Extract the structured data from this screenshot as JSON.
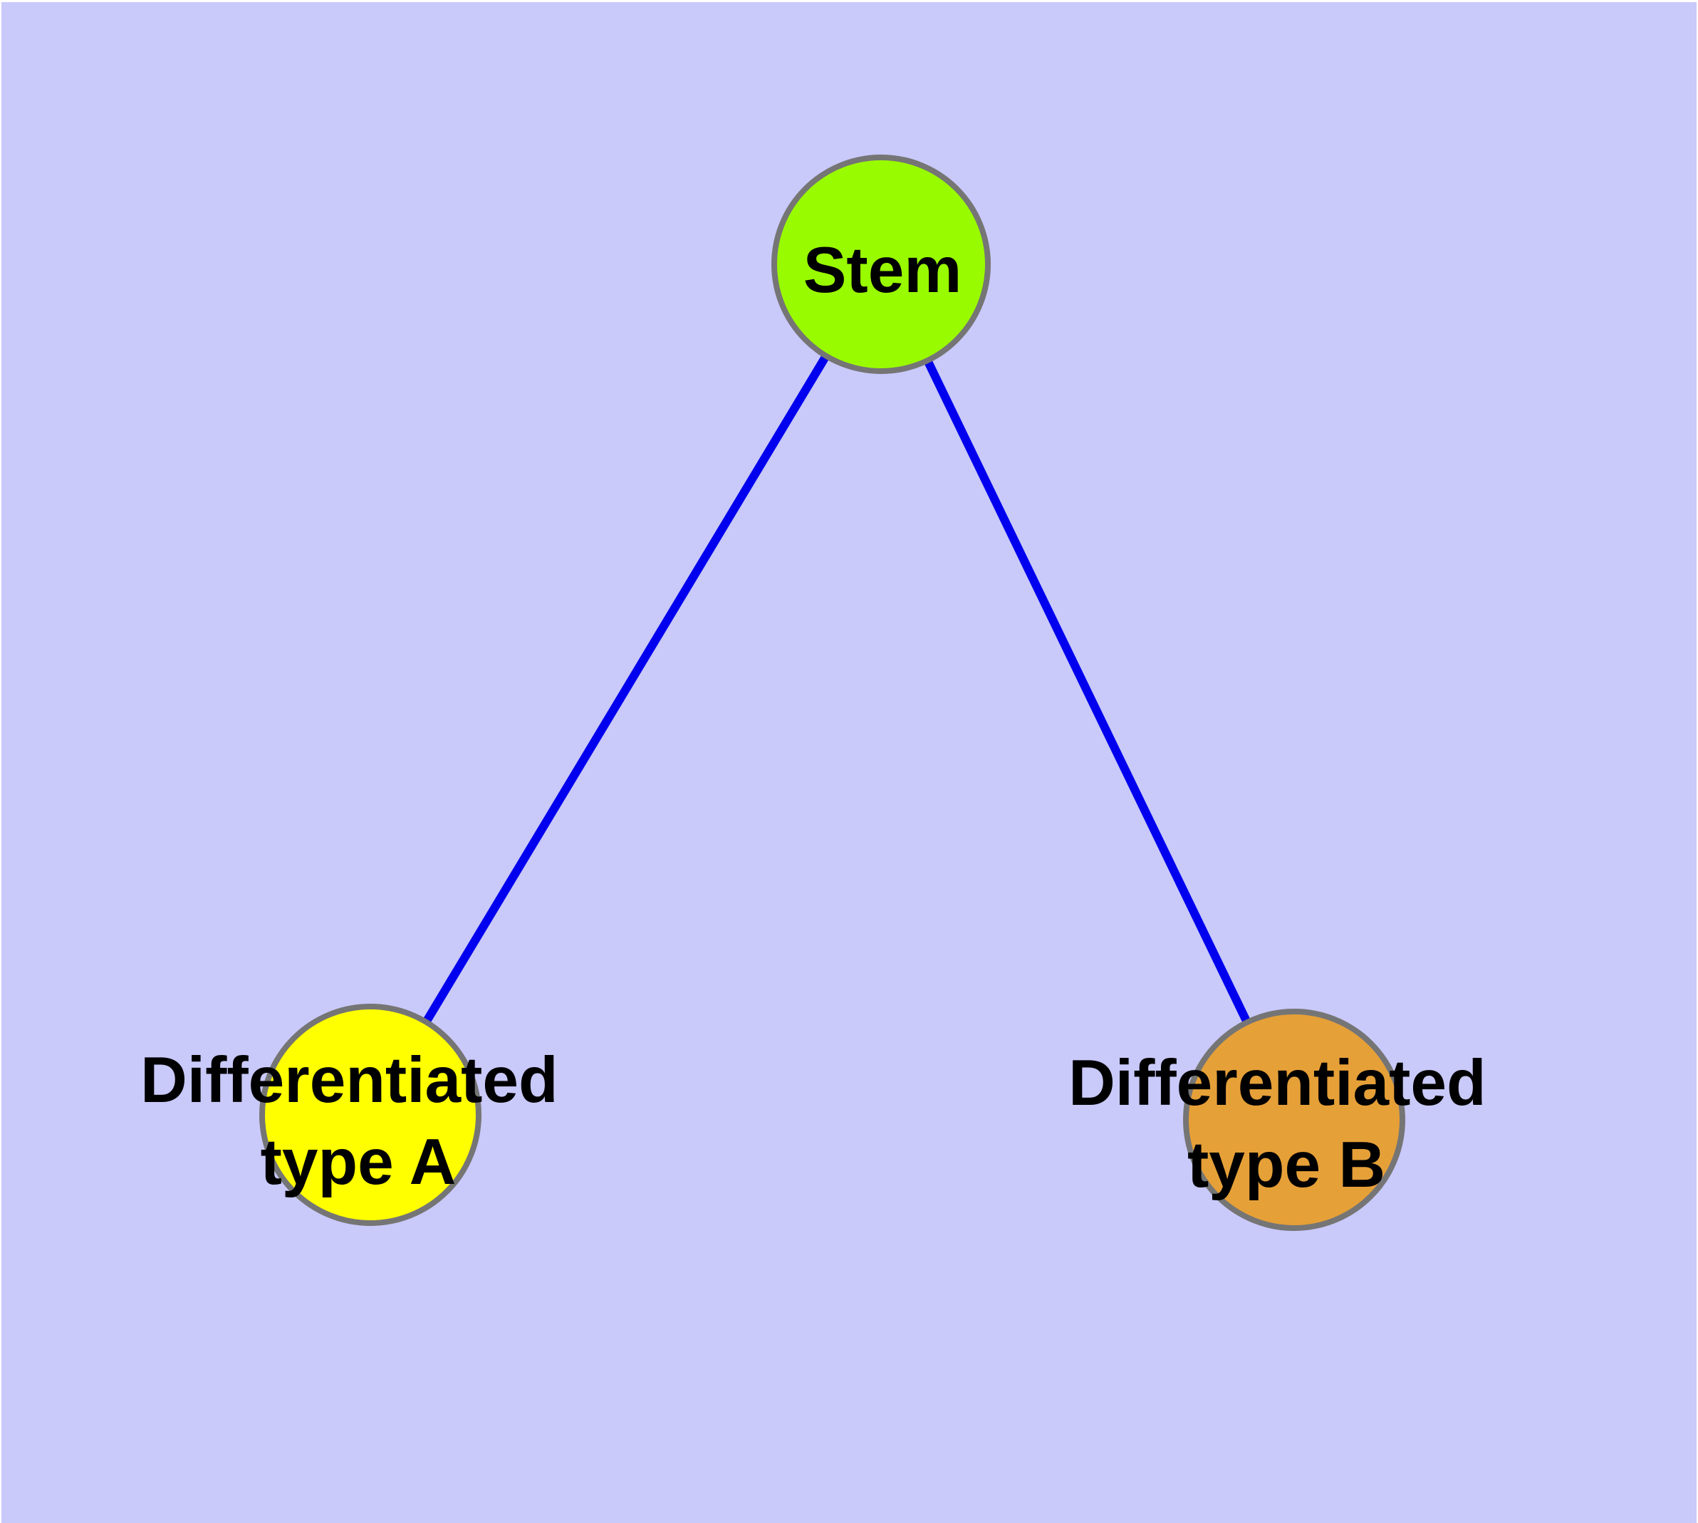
{
  "diagram": {
    "type": "node-link-graph",
    "background_color": "#C9C9FA",
    "frame_color": "#FFFFFF",
    "nodes": {
      "stem": {
        "label": "Stem",
        "fill": "#99FB00",
        "border_color": "#757575"
      },
      "type_a": {
        "label_line1": "Differentiated",
        "label_line2": "type A",
        "fill": "#FFFF00",
        "border_color": "#757575"
      },
      "type_b": {
        "label_line1": "Differentiated",
        "label_line2": "type B",
        "fill": "#E6A038",
        "border_color": "#757575"
      }
    },
    "edges": [
      {
        "from": "Stem",
        "to": "Differentiated type A",
        "color": "#0000EE"
      },
      {
        "from": "Stem",
        "to": "Differentiated type B",
        "color": "#0000EE"
      }
    ],
    "text_color": "#000000"
  }
}
